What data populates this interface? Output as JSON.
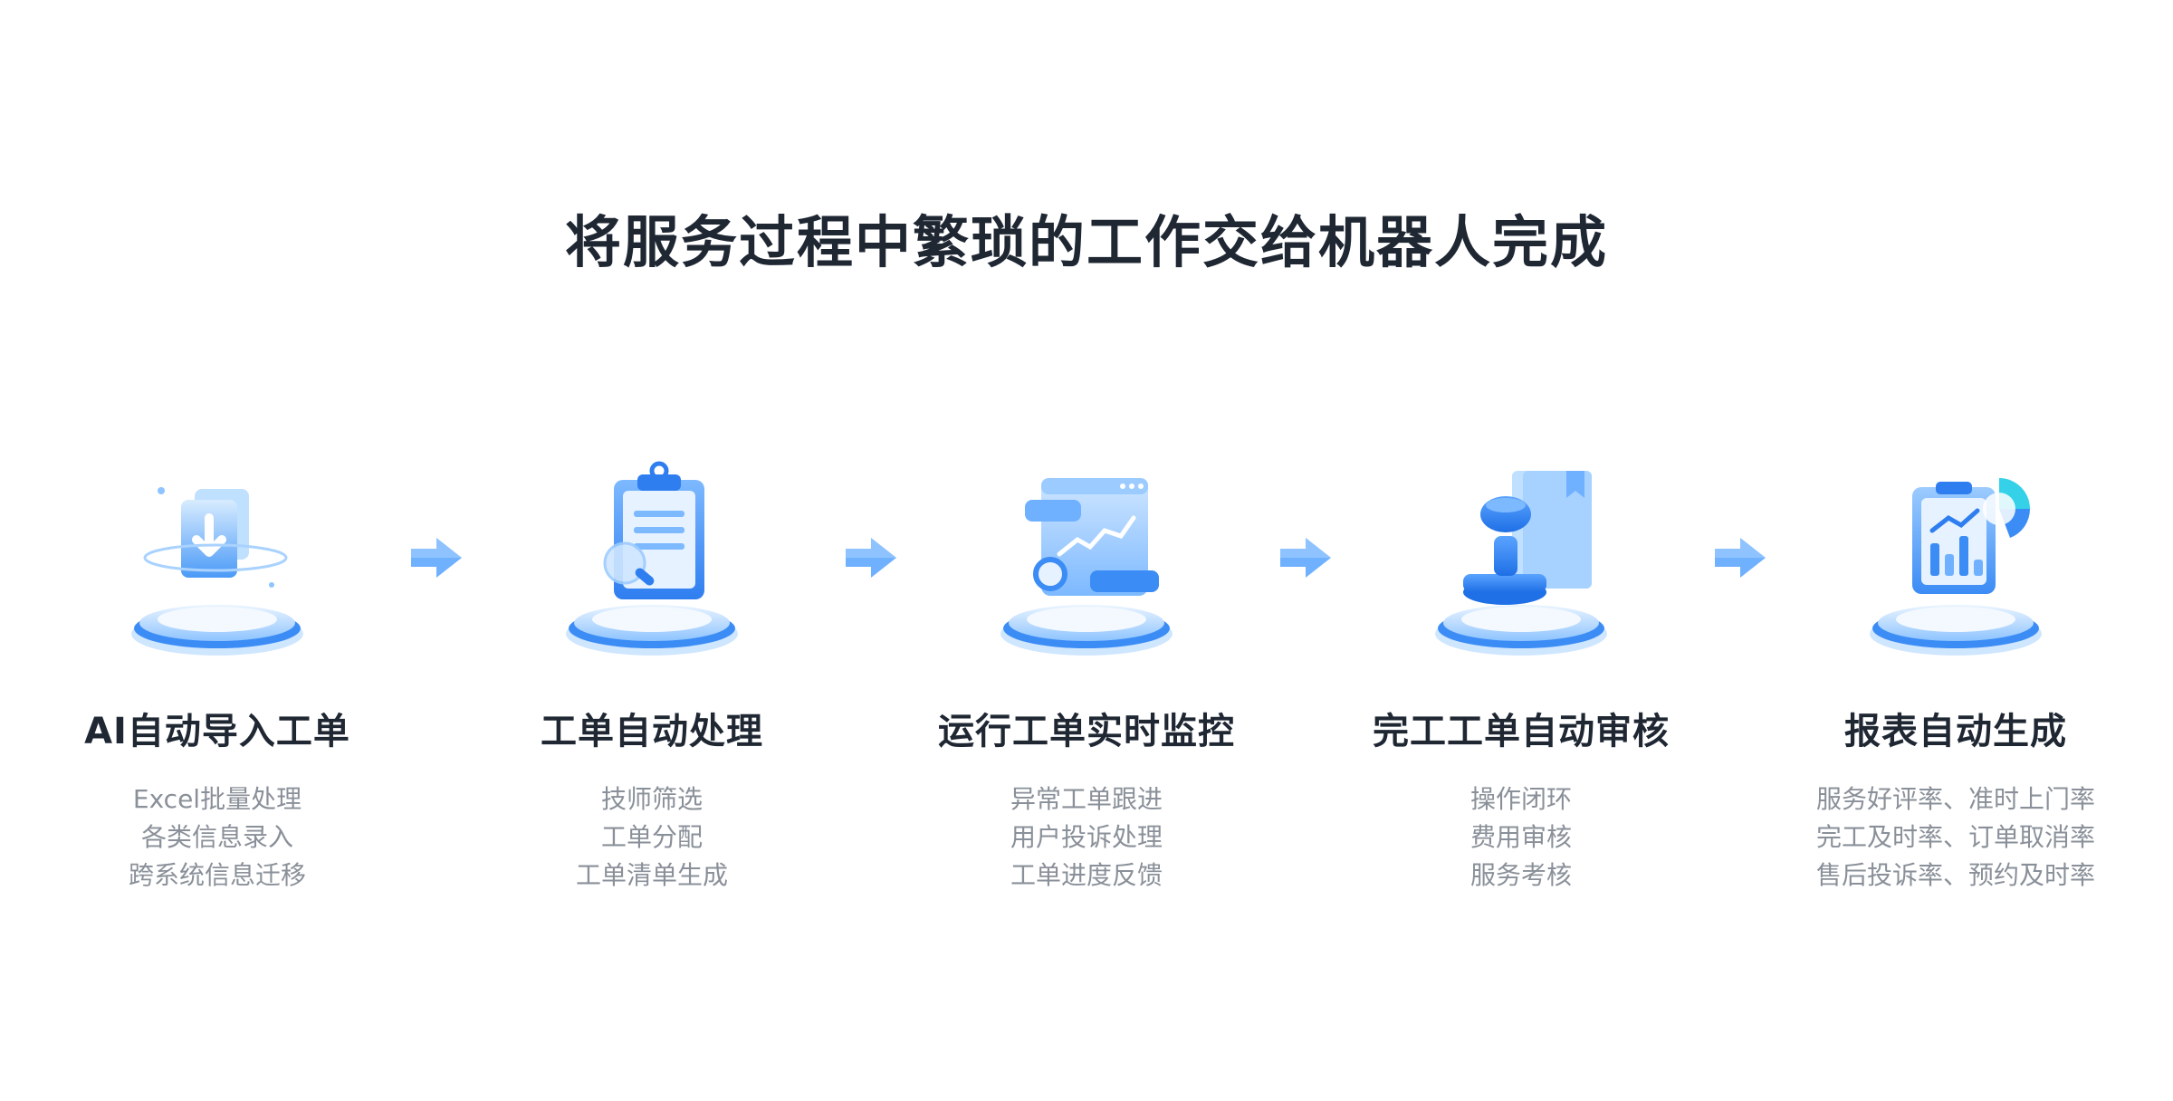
{
  "title": "将服务过程中繁琐的工作交给机器人完成",
  "colors": {
    "accent": "#3b8cf5",
    "accent_light": "#bfe0ff",
    "title": "#1f2733",
    "desc": "#8a9099"
  },
  "steps": [
    {
      "icon": "document-import-icon",
      "title": "AI自动导入工单",
      "items": [
        "Excel批量处理",
        "各类信息录入",
        "跨系统信息迁移"
      ]
    },
    {
      "icon": "clipboard-icon",
      "title": "工单自动处理",
      "items": [
        "技师筛选",
        "工单分配",
        "工单清单生成"
      ]
    },
    {
      "icon": "monitor-chart-icon",
      "title": "运行工单实时监控",
      "items": [
        "异常工单跟进",
        "用户投诉处理",
        "工单进度反馈"
      ]
    },
    {
      "icon": "stamp-icon",
      "title": "完工工单自动审核",
      "items": [
        "操作闭环",
        "费用审核",
        "服务考核"
      ]
    },
    {
      "icon": "report-chart-icon",
      "title": "报表自动生成",
      "items": [
        "服务好评率、准时上门率",
        "完工及时率、订单取消率",
        "售后投诉率、预约及时率"
      ]
    }
  ]
}
